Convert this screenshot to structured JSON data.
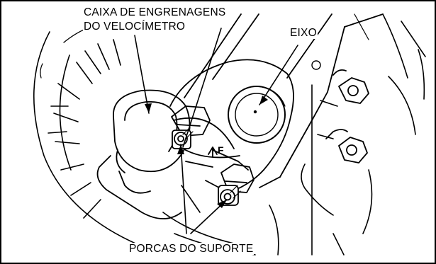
{
  "labels": {
    "speedo_gearbox_line1": "CAIXA DE ENGRENAGENS",
    "speedo_gearbox_line2": "DO VELOCÍMETRO",
    "axle": "EIXO",
    "holder_nuts": "PORCAS DO SUPORTE",
    "forward_mark": "F"
  },
  "colors": {
    "ink": "#000000",
    "paper": "#ffffff"
  }
}
